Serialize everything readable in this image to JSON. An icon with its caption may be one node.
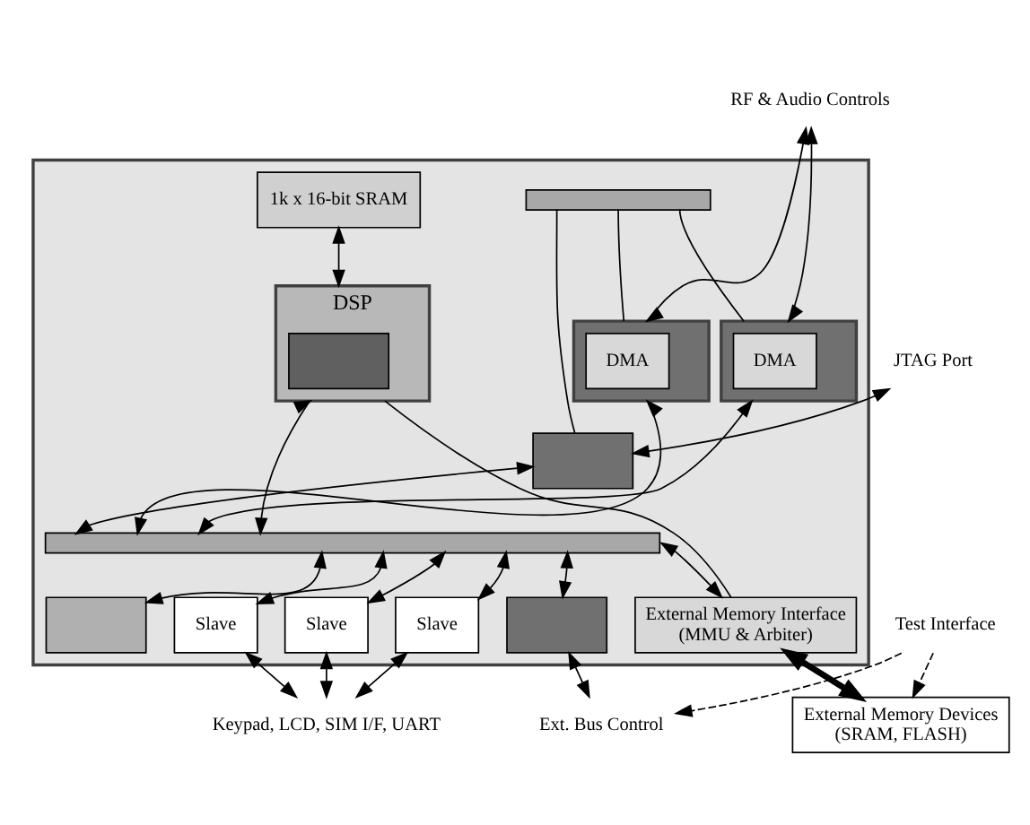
{
  "diagram": {
    "nodes": [
      {
        "text": [
          "RF & Audio Controls"
        ]
      },
      {
        "text": [],
        "shape": "box"
      },
      {
        "text": [],
        "shape": "bar",
        "in": 1
      },
      {
        "text": [
          "1k x 16-bit SRAM"
        ],
        "in": 1
      },
      {
        "text": [],
        "shape": "box",
        "in": 1
      },
      {
        "text": [],
        "shape": "box",
        "in": 1
      },
      {
        "text": [
          "DMA"
        ],
        "in": 5
      },
      {
        "text": [],
        "shape": "box",
        "in": 1
      },
      {
        "text": [
          "DMA"
        ],
        "in": 7
      },
      {
        "text": [
          "DSP"
        ],
        "in": 1
      },
      {
        "text": [],
        "shape": "box",
        "in": 9
      },
      {
        "text": [],
        "shape": "bar",
        "in": 1
      },
      {
        "text": [],
        "shape": "box",
        "in": 1
      },
      {
        "text": [
          "Slave"
        ],
        "in": 1
      },
      {
        "text": [
          "Slave"
        ],
        "in": 1
      },
      {
        "text": [
          "Slave"
        ],
        "in": 1
      },
      {
        "text": [],
        "shape": "box",
        "in": 1
      },
      {
        "text": [
          "External Memory Interface",
          "(MMU & Arbiter)"
        ],
        "in": 1
      },
      {
        "text": [
          "JTAG Port"
        ]
      },
      {
        "text": [
          "Keypad, LCD, SIM I/F, UART"
        ]
      },
      {
        "text": [
          "Ext. Bus Control"
        ]
      },
      {
        "text": [
          "External Memory Devices",
          "(SRAM, FLASH)"
        ]
      },
      {
        "text": [
          "Test Interface"
        ]
      }
    ],
    "edges": [
      {
        "from": 0,
        "to": 5,
        "arrow": "both"
      },
      {
        "from": 0,
        "to": 7,
        "arrow": "both"
      },
      {
        "from": 2,
        "to": 4,
        "arrow": "none"
      },
      {
        "from": 2,
        "to": 5,
        "arrow": "none"
      },
      {
        "from": 2,
        "to": 7,
        "arrow": "none"
      },
      {
        "from": 3,
        "to": 9,
        "arrow": "both"
      },
      {
        "from": 18,
        "to": 4,
        "arrow": "both"
      },
      {
        "from": 4,
        "to": 11,
        "arrow": "both"
      },
      {
        "from": 5,
        "to": 11,
        "arrow": "both"
      },
      {
        "from": 7,
        "to": 11,
        "arrow": "both"
      },
      {
        "from": 9,
        "to": 11,
        "arrow": "both"
      },
      {
        "from": 9,
        "to": 17,
        "arrow": "none"
      },
      {
        "from": 11,
        "to": 12,
        "arrow": "both"
      },
      {
        "from": 11,
        "to": 13,
        "arrow": "both"
      },
      {
        "from": 11,
        "to": 14,
        "arrow": "both"
      },
      {
        "from": 11,
        "to": 15,
        "arrow": "both"
      },
      {
        "from": 11,
        "to": 16,
        "arrow": "both"
      },
      {
        "from": 11,
        "to": 17,
        "arrow": "both"
      },
      {
        "from": 13,
        "to": 19,
        "arrow": "both"
      },
      {
        "from": 14,
        "to": 19,
        "arrow": "both"
      },
      {
        "from": 15,
        "to": 19,
        "arrow": "both"
      },
      {
        "from": 16,
        "to": 20,
        "arrow": "both"
      },
      {
        "from": 17,
        "to": 21,
        "arrow": "both",
        "style": "thick"
      },
      {
        "from": 22,
        "to": 20,
        "arrow": "to",
        "style": "dashed"
      },
      {
        "from": 22,
        "to": 21,
        "arrow": "to",
        "style": "dashed"
      }
    ]
  }
}
